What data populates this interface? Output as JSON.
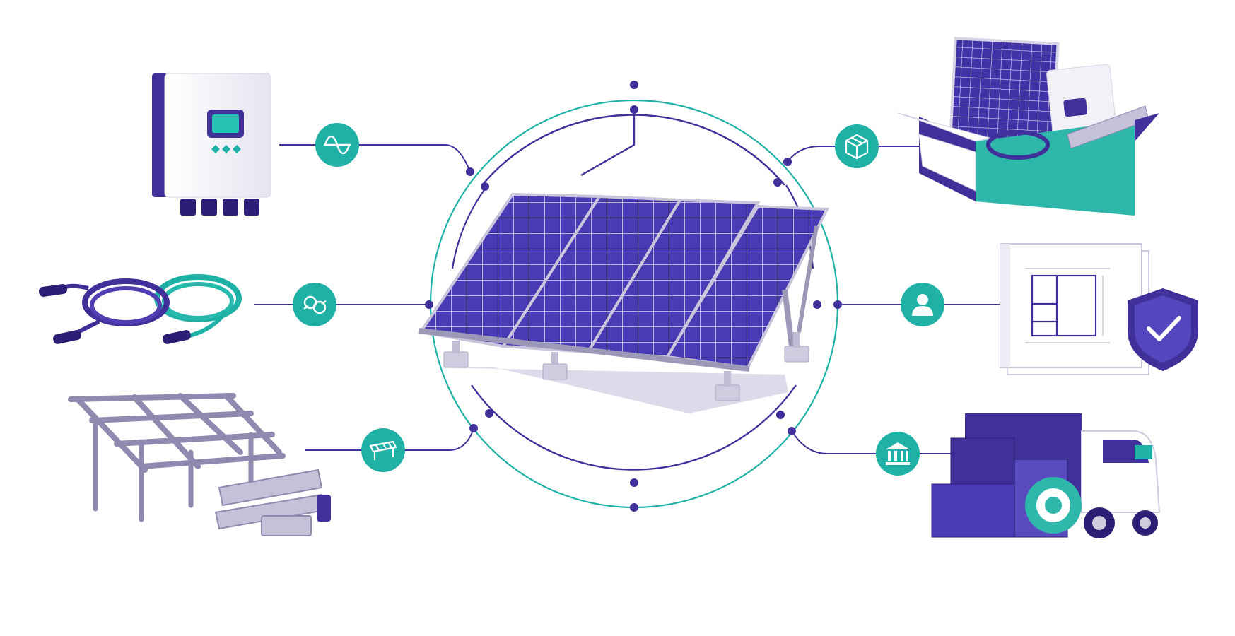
{
  "diagram": {
    "palette": {
      "purple": "#40309a",
      "purple_dark": "#2a1f74",
      "teal": "#1fb1a6",
      "teal_light": "#3cc4b8",
      "grey": "#b9b6cc"
    },
    "hub": {
      "component": "solar-panel-array"
    },
    "nodes": [
      {
        "id": "inverter",
        "side": "left",
        "icon": "sine-wave-icon",
        "illustration": "inverter"
      },
      {
        "id": "cables",
        "side": "left",
        "icon": "cable-connector-icon",
        "illustration": "solar-cables"
      },
      {
        "id": "mounting",
        "side": "left",
        "icon": "mounting-rack-icon",
        "illustration": "mounting-structure"
      },
      {
        "id": "kit",
        "side": "right",
        "icon": "package-box-icon",
        "illustration": "solar-kit-box"
      },
      {
        "id": "support",
        "side": "right",
        "icon": "user-icon",
        "illustration": "design-and-warranty"
      },
      {
        "id": "delivery",
        "side": "right",
        "icon": "bank-icon",
        "illustration": "delivery-truck"
      }
    ]
  }
}
